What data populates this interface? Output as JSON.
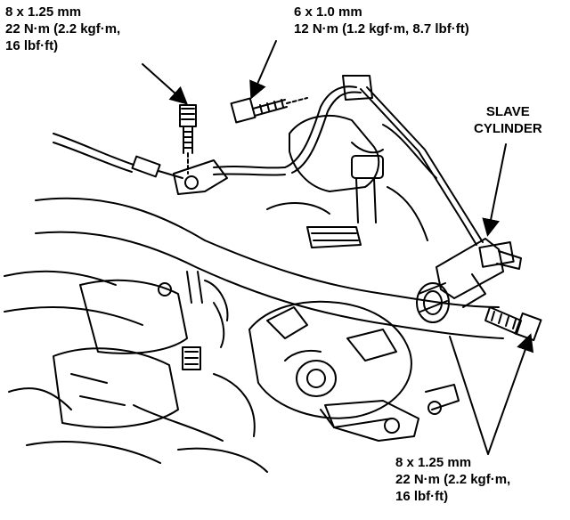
{
  "callouts": {
    "top_left": {
      "size": "8 x 1.25 mm",
      "torque": "22 N·m (2.2 kgf·m,",
      "torque_cont": "16 lbf·ft)"
    },
    "top_mid": {
      "size": "6 x 1.0 mm",
      "torque": "12 N·m (1.2 kgf·m, 8.7 lbf·ft)"
    },
    "slave": {
      "line1": "SLAVE",
      "line2": "CYLINDER"
    },
    "bottom": {
      "size": "8 x 1.25 mm",
      "torque": "22 N·m (2.2 kgf·m,",
      "torque_cont": "16 lbf·ft)"
    }
  },
  "colors": {
    "ink": "#000000",
    "paper": "#ffffff"
  }
}
